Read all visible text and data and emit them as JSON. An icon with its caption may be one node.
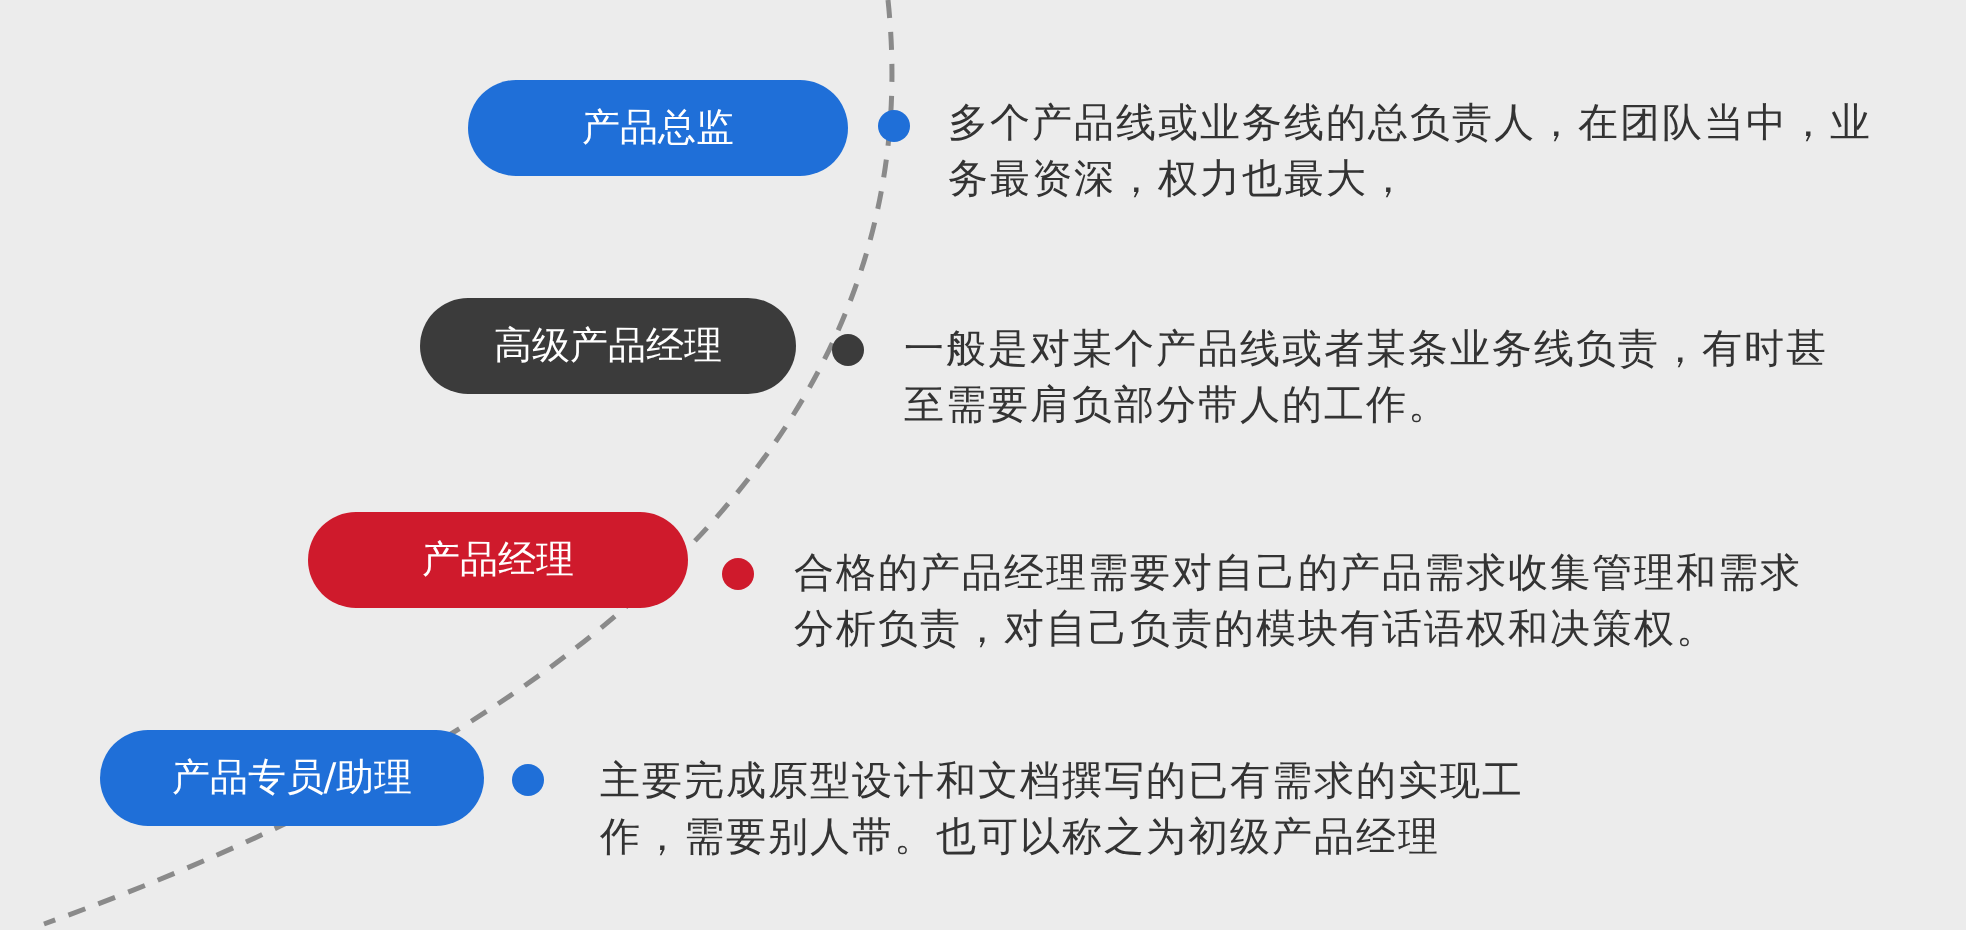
{
  "diagram": {
    "nodes": [
      {
        "text": [
          "产品总监"
        ],
        "beside": [
          "多个产品线或业务线的总负责人，在团队当中，业务最资深，权力也最大，"
        ]
      },
      {
        "text": [
          "高级产品经理"
        ],
        "beside": [
          "一般是对某个产品线或者某条业务线负责，有时甚至需要肩负部分带人的工作。"
        ]
      },
      {
        "text": [
          "产品经理"
        ],
        "beside": [
          "合格的产品经理需要对自己的产品需求收集管理和需求分析负责，对自己负责的模块有话语权和决策权。"
        ]
      },
      {
        "text": [
          "产品专员/助理"
        ],
        "beside": [
          "主要完成原型设计和文档撰写的已有需求的实现工作，需要别人带。也可以称之为初级产品经理"
        ]
      }
    ]
  }
}
